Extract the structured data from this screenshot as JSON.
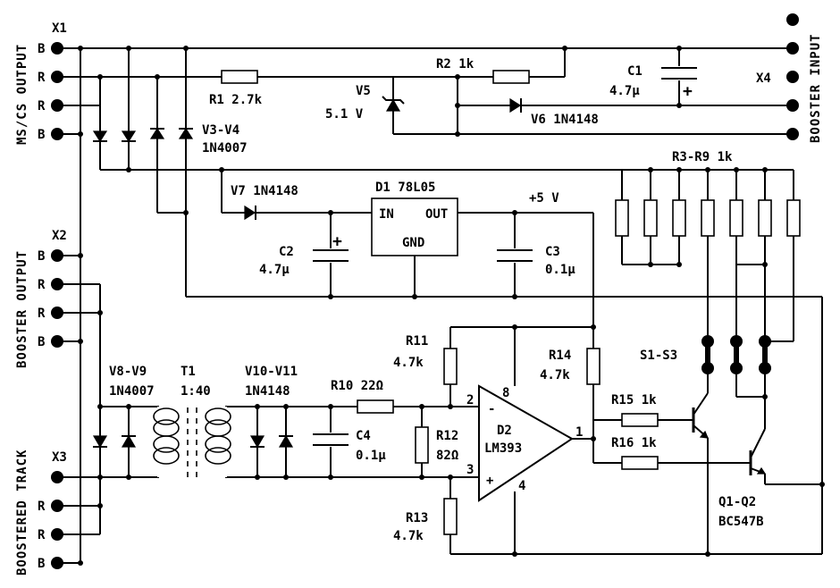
{
  "connectors": {
    "x1": {
      "name": "X1",
      "pins": [
        "B",
        "R",
        "R",
        "B"
      ],
      "side_label": "MS/CS OUTPUT"
    },
    "x2": {
      "name": "X2",
      "pins": [
        "B",
        "R",
        "R",
        "B"
      ],
      "side_label": "BOOSTER OUTPUT"
    },
    "x3": {
      "name": "X3",
      "pins": [
        "R",
        "R",
        "B"
      ],
      "side_label": "BOOSTERED TRACK"
    },
    "x4": {
      "name": "X4",
      "side_label": "BOOSTER INPUT"
    }
  },
  "components": {
    "r1": "R1 2.7k",
    "r2": "R2 1k",
    "v5_name": "V5",
    "v5_value": "5.1 V",
    "v6": "V6 1N4148",
    "c1_name": "C1",
    "c1_value": "4.7µ",
    "v3v4_name": "V3-V4",
    "v3v4_value": "1N4007",
    "v7": "V7 1N4148",
    "d1": "D1 78L05",
    "d1_in": "IN",
    "d1_out": "OUT",
    "d1_gnd": "GND",
    "c2_name": "C2",
    "c2_value": "4.7µ",
    "c3_name": "C3",
    "c3_value": "0.1µ",
    "supply": "+5 V",
    "r3r9": "R3-R9 1k",
    "r11_name": "R11",
    "r11_value": "4.7k",
    "r14_name": "R14",
    "r14_value": "4.7k",
    "s1s3": "S1-S3",
    "v8v9_name": "V8-V9",
    "v8v9_value": "1N4007",
    "t1_name": "T1",
    "t1_value": "1:40",
    "v10v11_name": "V10-V11",
    "v10v11_value": "1N4148",
    "r10": "R10 22Ω",
    "c4_name": "C4",
    "c4_value": "0.1µ",
    "r12_name": "R12",
    "r12_value": "82Ω",
    "r13_name": "R13",
    "r13_value": "4.7k",
    "d2_name": "D2",
    "d2_value": "LM393",
    "pin2": "2",
    "pin3": "3",
    "pin8": "8",
    "pin4": "4",
    "pin1": "1",
    "minus": "-",
    "plus": "+",
    "r15": "R15 1k",
    "r16": "R16 1k",
    "q1q2_name": "Q1-Q2",
    "q1q2_value": "BC547B",
    "cap_plus": "+"
  }
}
